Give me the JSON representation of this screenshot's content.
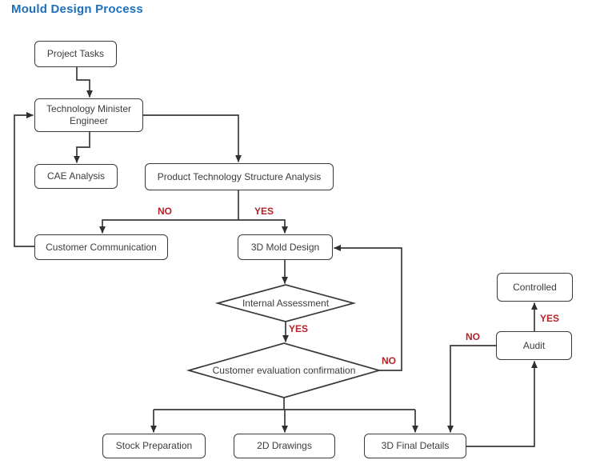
{
  "title": "Mould Design Process",
  "colors": {
    "title_blue": "#1c6fb8",
    "line": "#3a3a3a",
    "label_red": "#b42328",
    "node_fill": "#ffffff"
  },
  "nodes": {
    "project_tasks": "Project Tasks",
    "tech_minister": "Technology Minister Engineer",
    "cae": "CAE Analysis",
    "ptsa": "Product Technology Structure Analysis",
    "customer_comm": "Customer Communication",
    "mold_design": "3D Mold Design",
    "internal_assessment": "Internal Assessment",
    "customer_eval": "Customer evaluation confirmation",
    "stock_prep": "Stock Preparation",
    "drawings_2d": "2D Drawings",
    "final_details_3d": "3D Final Details",
    "audit": "Audit",
    "controlled": "Controlled"
  },
  "labels": {
    "ptsa_no": "NO",
    "ptsa_yes": "YES",
    "internal_yes": "YES",
    "eval_no": "NO",
    "audit_no": "NO",
    "audit_yes": "YES"
  }
}
